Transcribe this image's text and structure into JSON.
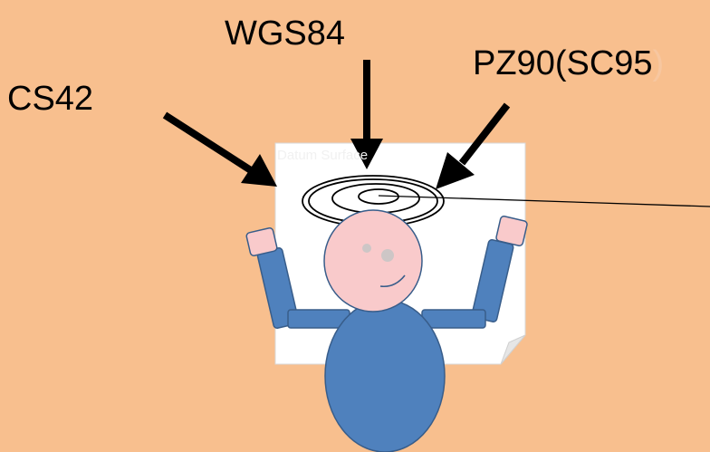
{
  "labels": {
    "wgs84": "WGS84",
    "pz90_main": "PZ90(SC95",
    "pz90_close": ")",
    "cs42": "CS42",
    "datum_surface": "Datum Surface"
  },
  "colors": {
    "background": "#F8BF8E",
    "paper": "#FFFFFF",
    "body": "#4F81BD",
    "skin": "#F9CACB",
    "outline": "#000000"
  }
}
